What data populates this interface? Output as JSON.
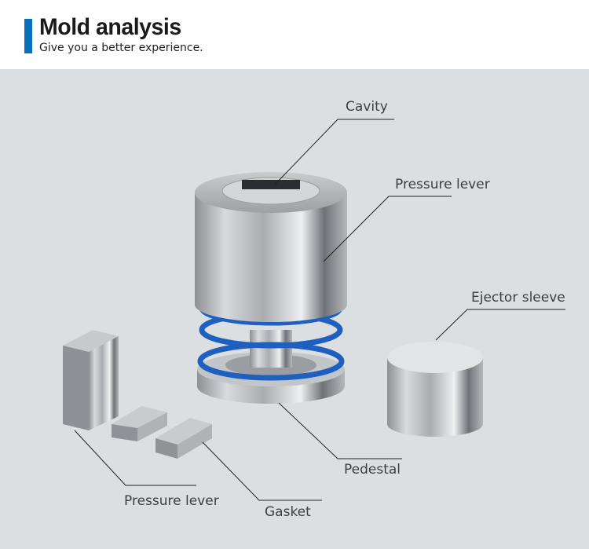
{
  "header": {
    "title": "Mold analysis",
    "subtitle": "Give you a better experience."
  },
  "colors": {
    "accent": "#0a6ebd",
    "background": "#dcdfe2",
    "spring": "#1f5fbf"
  },
  "labels": {
    "cavity": "Cavity",
    "pressure_lever_top": "Pressure lever",
    "ejector_sleeve": "Ejector sleeve",
    "pedestal": "Pedestal",
    "pressure_lever_bottom": "Pressure lever",
    "gasket": "Gasket"
  }
}
